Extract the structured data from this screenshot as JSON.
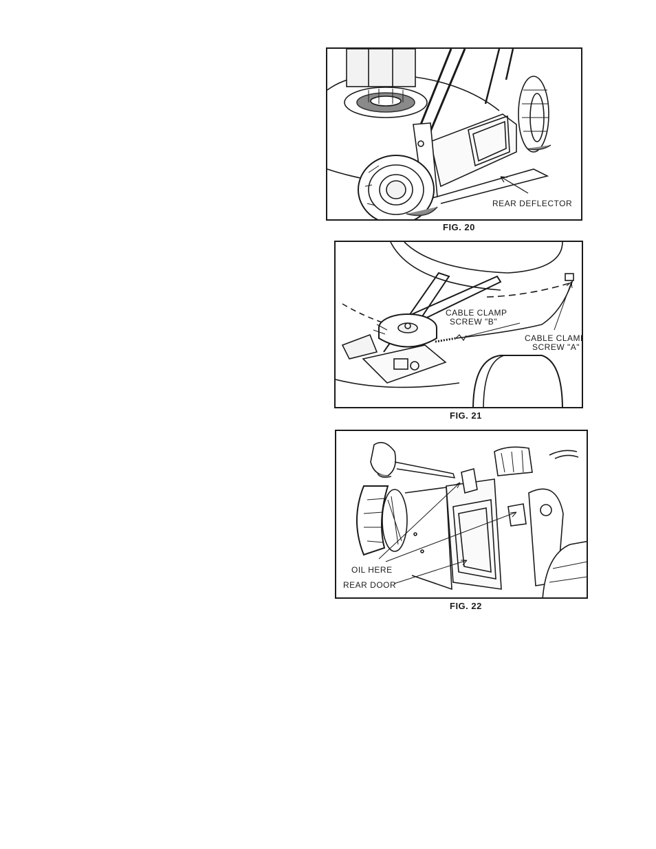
{
  "figures": {
    "fig20": {
      "caption": "FIG. 20",
      "callouts": {
        "rear_deflector": "REAR DEFLECTOR"
      }
    },
    "fig21": {
      "caption": "FIG. 21",
      "callouts": {
        "cable_clamp_b_line1": "CABLE CLAMP",
        "cable_clamp_b_line2": "SCREW \"B\"",
        "cable_clamp_a_line1": "CABLE CLAMP",
        "cable_clamp_a_line2": "SCREW \"A\""
      }
    },
    "fig22": {
      "caption": "FIG. 22",
      "callouts": {
        "oil_here": "OIL HERE",
        "rear_door": "REAR DOOR"
      }
    }
  }
}
